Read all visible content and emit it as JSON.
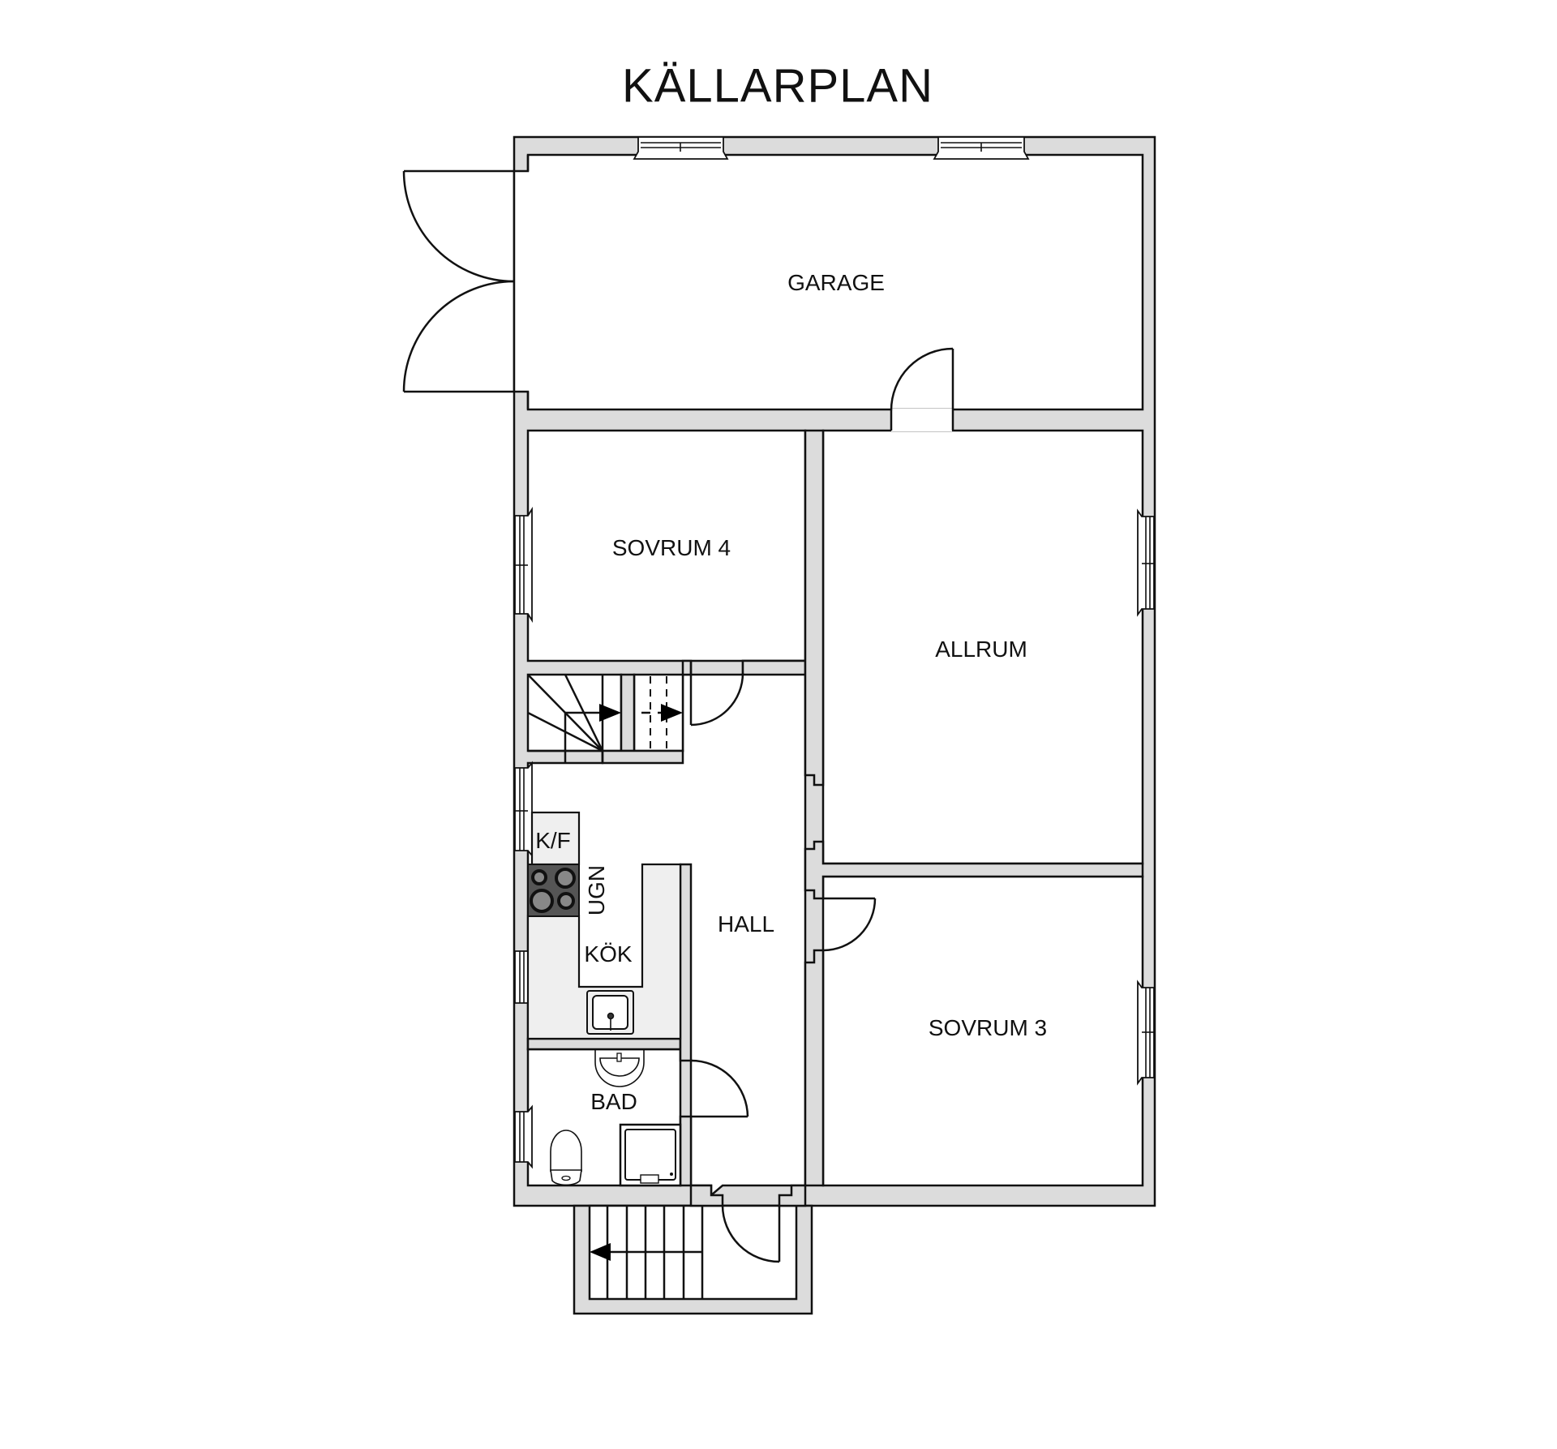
{
  "title": "KÄLLARPLAN",
  "rooms": {
    "garage": "GARAGE",
    "sovrum4": "SOVRUM 4",
    "allrum": "ALLRUM",
    "hall": "HALL",
    "kok": "KÖK",
    "bad": "BAD",
    "sovrum3": "SOVRUM 3"
  },
  "appliances": {
    "fridge_freezer": "K/F",
    "oven": "UGN"
  },
  "colors": {
    "wall_fill": "#dcdcdc",
    "counter_fill": "#efefef",
    "stove_fill": "#555555",
    "line": "#111111"
  }
}
